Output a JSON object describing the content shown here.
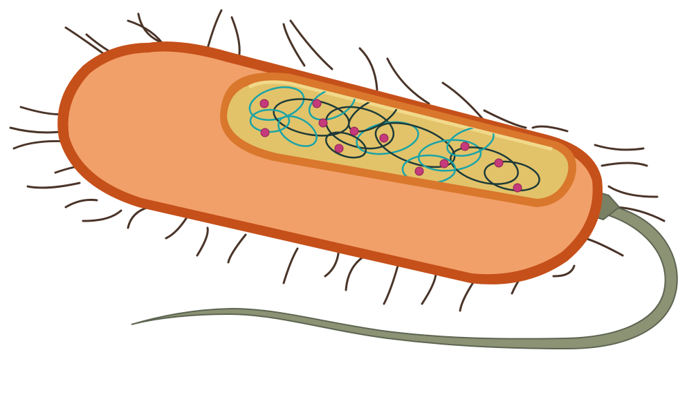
{
  "diagram": {
    "subject": "prokaryotic-bacterial-cell",
    "parts": [
      "pili",
      "cell-wall",
      "cytoplasm",
      "cutaway-section",
      "nucleoid-dna",
      "ribosomes",
      "flagellum-hook",
      "flagellum"
    ],
    "colors": {
      "background": "#ffffff",
      "cell_wall": "#c5501a",
      "cytoplasm": "#f2a06a",
      "cut_inner_wall": "#d9772c",
      "cut_interior": "#e2c36a",
      "cut_edge": "#f1d98a",
      "dna_dark": "#1e3a38",
      "dna_teal": "#1aa3a8",
      "ribosome": "#c43a7a",
      "pili": "#4a3428",
      "flagellum_fill": "#8c9274",
      "flagellum_stroke": "#5d6552",
      "hook_fill": "#7a8064"
    },
    "counts": {
      "pili": 46,
      "ribosomes": 12
    }
  }
}
